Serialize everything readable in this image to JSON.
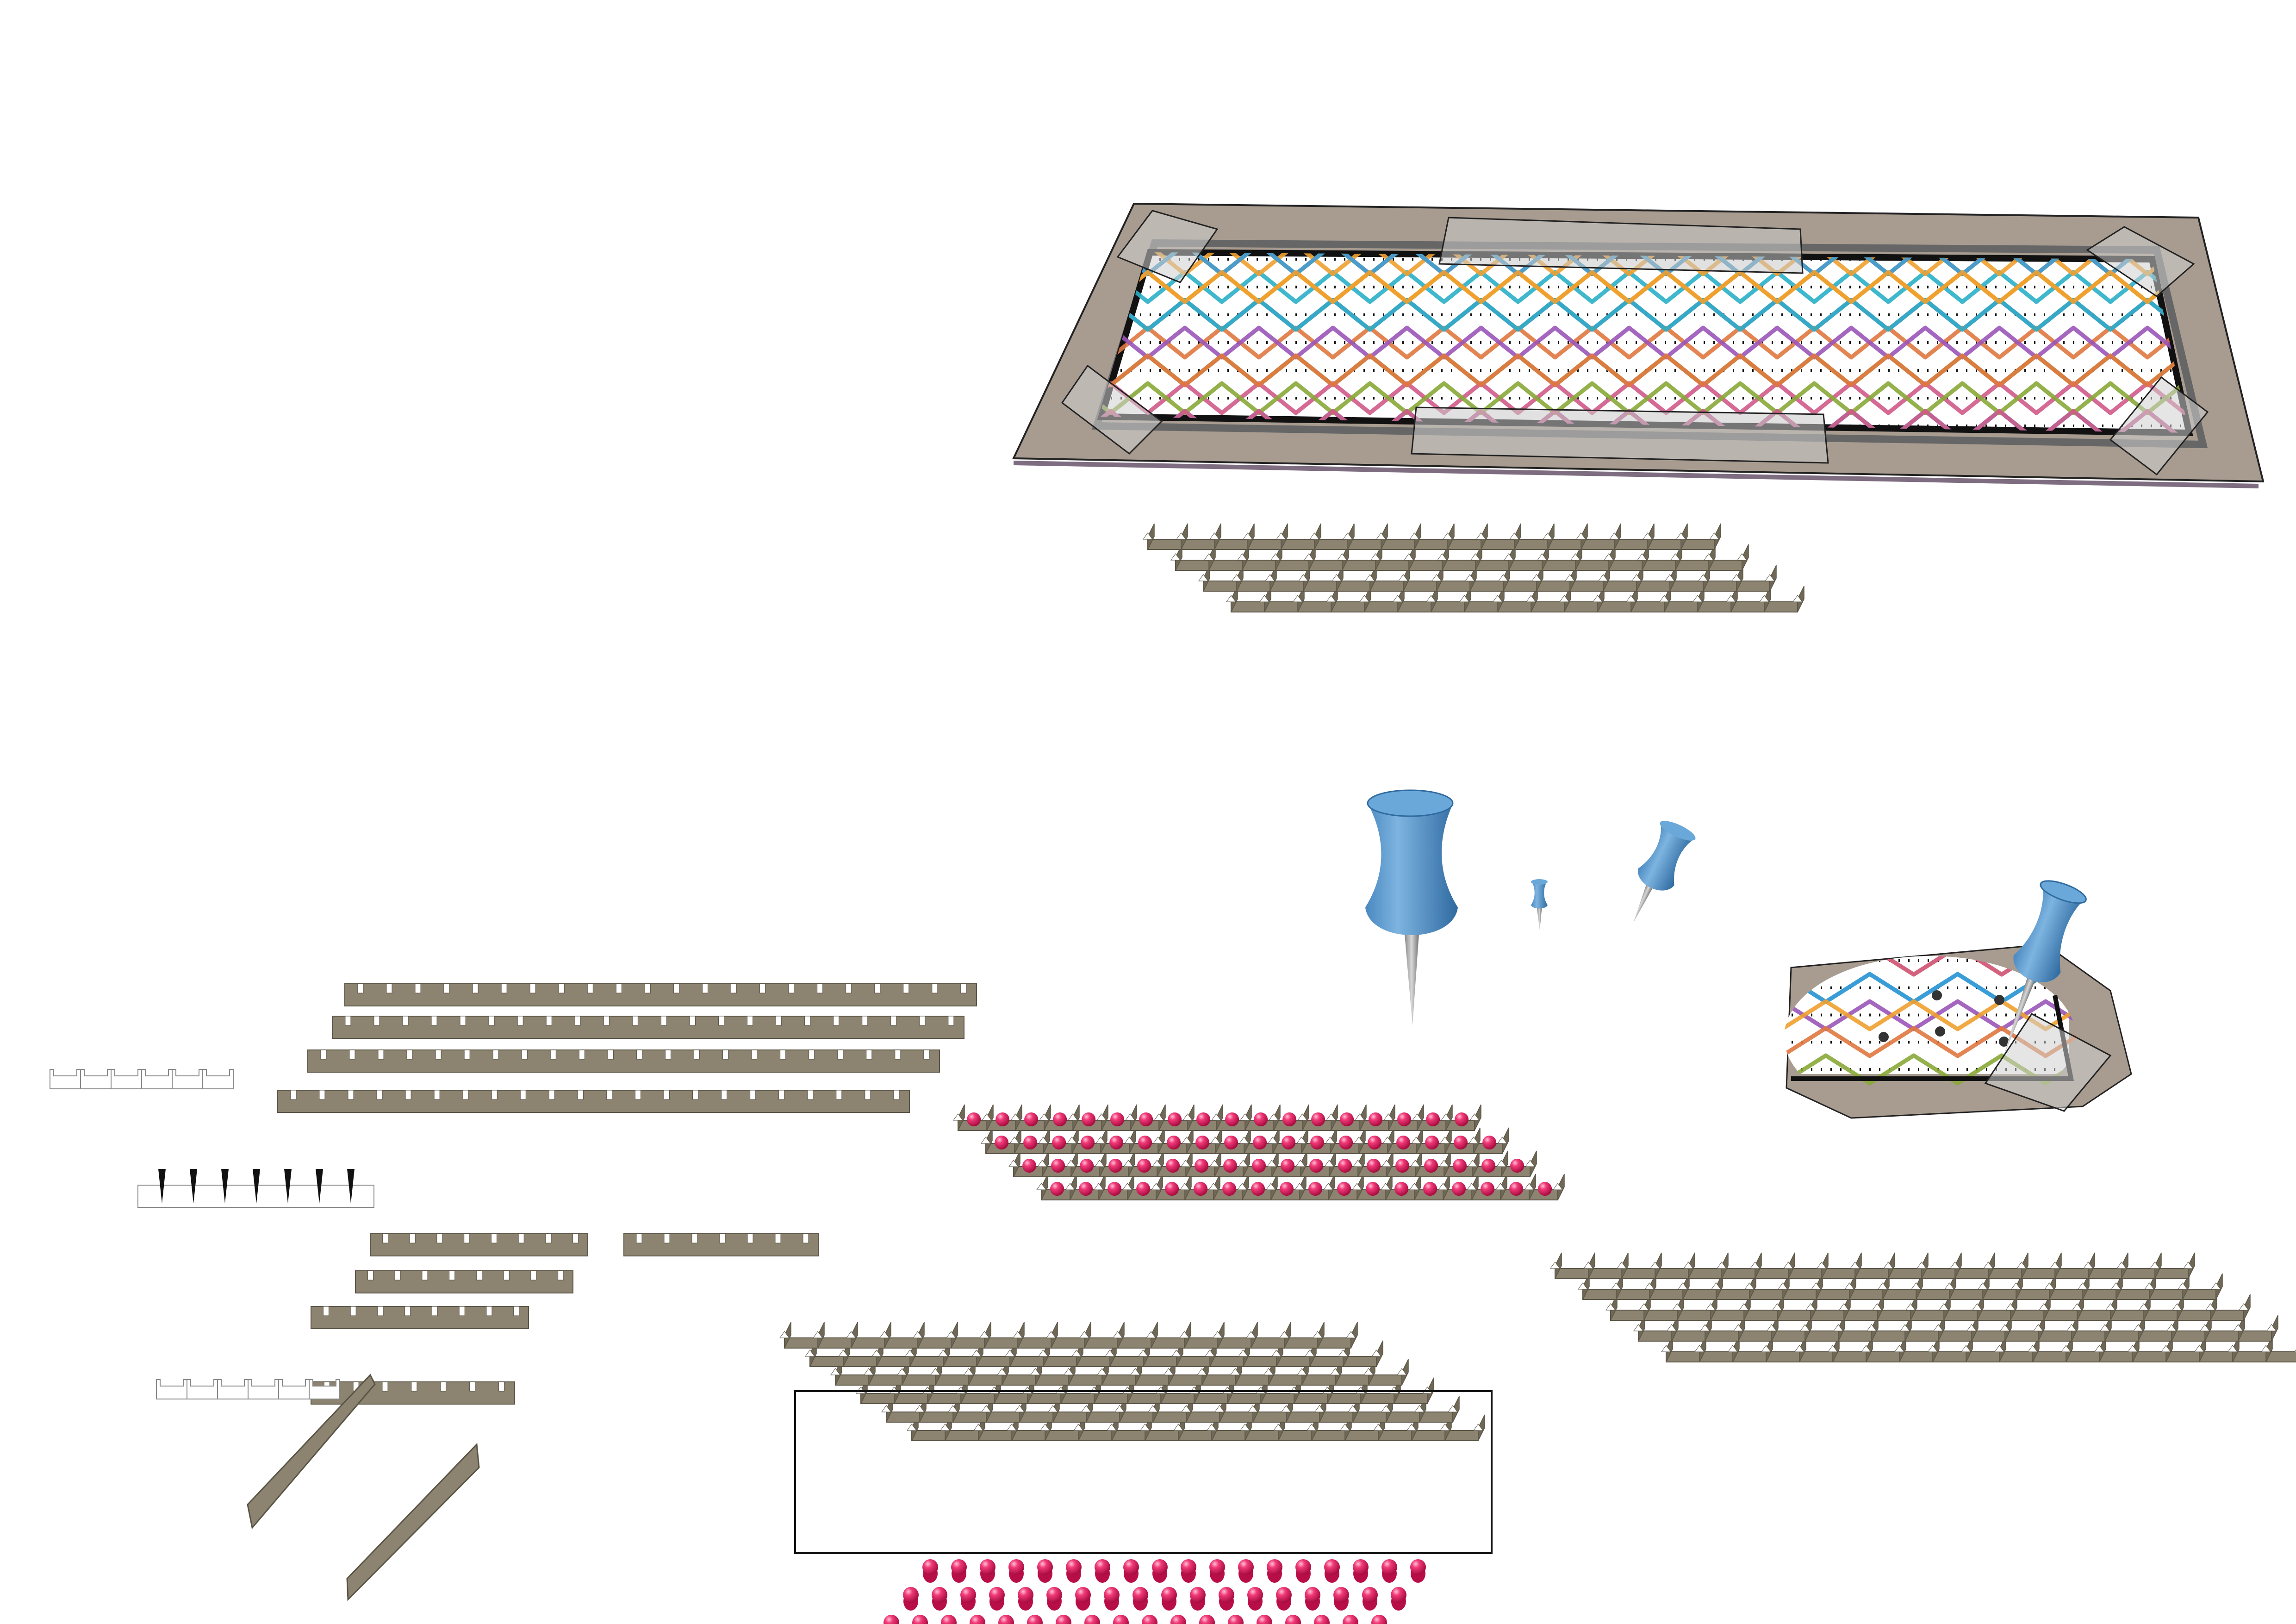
{
  "diagram": {
    "kind": "isometric-strip-assembly-illustration",
    "colors": {
      "background": "#ffffff",
      "strip_fill": "#8c8470",
      "strip_dark": "#6f6856",
      "strip_stroke": "#5a5446",
      "base_plate": "#a89c90",
      "base_plate_edge": "#7e6c80",
      "pin_blue": "#5b9bd0",
      "pin_blue_dark": "#3d78ad",
      "pin_needle": "#8a8a8a",
      "bead_pink": "#e8185d",
      "bead_highlight": "#ff9ab8",
      "route_colors": [
        "#e8a020",
        "#2ab0c8",
        "#9a55b8",
        "#e07840",
        "#88a838",
        "#d05a88",
        "#3a9ad8",
        "#f0a030"
      ]
    },
    "components": {
      "routing_board": {
        "label": "",
        "tape_clips": 4,
        "tape_bands": 2
      },
      "empty_grid_top": {
        "rows": 4,
        "cols": 17
      },
      "push_pins": [
        "large",
        "small",
        "medium-tilted",
        "in-board"
      ],
      "loose_strips_left": {
        "count": 4
      },
      "bead_grid": {
        "rows": 4,
        "cols": 18
      },
      "framed_grid": {
        "rows": 6,
        "cols": 17
      },
      "grid_bottom_right": {
        "rows": 5,
        "cols": 19
      },
      "bead_rows_below": {
        "rows": 3,
        "cols": 18
      }
    }
  }
}
